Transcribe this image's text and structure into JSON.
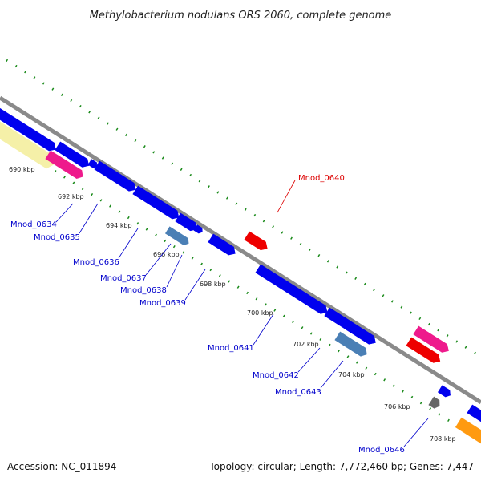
{
  "title": "Methylobacterium nodulans ORS 2060, complete genome",
  "footer": {
    "accession": "Accession: NC_011894",
    "summary": "Topology: circular; Length: 7,772,460 bp; Genes: 7,447"
  },
  "colors": {
    "backbone": "#8a8a8a",
    "tick_green": "#1a8a1a",
    "label_blue": "#0000cc",
    "label_red": "#dd0000"
  },
  "ticks": [
    {
      "id": "690",
      "label": "690 kbp"
    },
    {
      "id": "692",
      "label": "692 kbp"
    },
    {
      "id": "694",
      "label": "694 kbp"
    },
    {
      "id": "696",
      "label": "696 kbp"
    },
    {
      "id": "698",
      "label": "698 kbp"
    },
    {
      "id": "700",
      "label": "700 kbp"
    },
    {
      "id": "702",
      "label": "702 kbp"
    },
    {
      "id": "704",
      "label": "704 kbp"
    },
    {
      "id": "706",
      "label": "706 kbp"
    },
    {
      "id": "708",
      "label": "708 kbp"
    }
  ],
  "gene_labels": [
    {
      "id": "0640",
      "text": "Mnod_0640",
      "color": "#dd0000"
    },
    {
      "id": "0634",
      "text": "Mnod_0634",
      "color": "#0000cc"
    },
    {
      "id": "0635",
      "text": "Mnod_0635",
      "color": "#0000cc"
    },
    {
      "id": "0636",
      "text": "Mnod_0636",
      "color": "#0000cc"
    },
    {
      "id": "0637",
      "text": "Mnod_0637",
      "color": "#0000cc"
    },
    {
      "id": "0638",
      "text": "Mnod_0638",
      "color": "#0000cc"
    },
    {
      "id": "0639",
      "text": "Mnod_0639",
      "color": "#0000cc"
    },
    {
      "id": "0641",
      "text": "Mnod_0641",
      "color": "#0000cc"
    },
    {
      "id": "0642",
      "text": "Mnod_0642",
      "color": "#0000cc"
    },
    {
      "id": "0643",
      "text": "Mnod_0643",
      "color": "#0000cc"
    },
    {
      "id": "0646",
      "text": "Mnod_0646",
      "color": "#0000cc"
    }
  ],
  "features": [
    {
      "id": "f-yellow",
      "color": "#f5f0a8"
    },
    {
      "id": "f-blue-a",
      "color": "#0000ee"
    },
    {
      "id": "f-blue-b",
      "color": "#0000ee"
    },
    {
      "id": "f-pink-a",
      "color": "#ee1a8c"
    },
    {
      "id": "f-blue-c",
      "color": "#0000ee"
    },
    {
      "id": "f-blue-d",
      "color": "#0000ee"
    },
    {
      "id": "f-blue-e",
      "color": "#0000ee"
    },
    {
      "id": "f-blue-f",
      "color": "#0000ee"
    },
    {
      "id": "f-blue-g",
      "color": "#0000ee"
    },
    {
      "id": "f-steel-a",
      "color": "#4a7fb5"
    },
    {
      "id": "f-blue-h",
      "color": "#0000ee"
    },
    {
      "id": "f-red-a",
      "color": "#ee0000"
    },
    {
      "id": "f-blue-i",
      "color": "#0000ee"
    },
    {
      "id": "f-blue-j",
      "color": "#0000ee"
    },
    {
      "id": "f-blue-k",
      "color": "#0000ee"
    },
    {
      "id": "f-steel-b",
      "color": "#4a7fb5"
    },
    {
      "id": "f-pink-b",
      "color": "#ee1a8c"
    },
    {
      "id": "f-red-b",
      "color": "#ee0000"
    },
    {
      "id": "f-blue-l",
      "color": "#0000ee"
    },
    {
      "id": "f-gray-a",
      "color": "#666666"
    },
    {
      "id": "f-blue-m",
      "color": "#0000ee"
    },
    {
      "id": "f-orange-a",
      "color": "#ff9a10"
    }
  ]
}
